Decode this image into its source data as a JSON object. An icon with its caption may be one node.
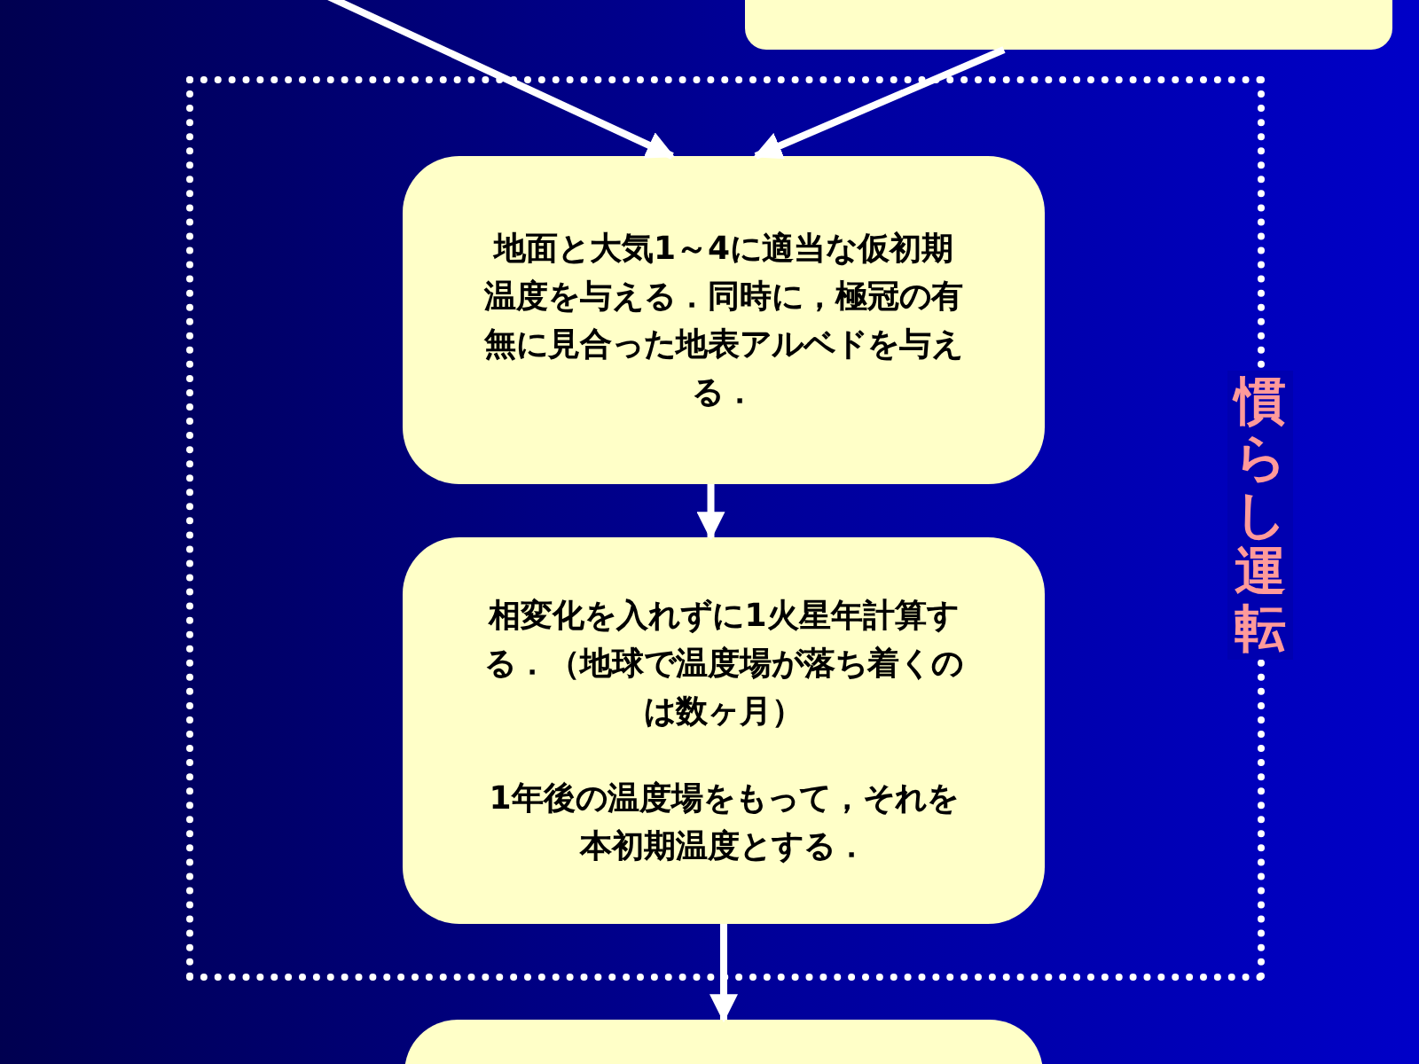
{
  "diagram": {
    "nodes": [
      {
        "text": [],
        "shape": "box"
      },
      {
        "text": [
          "慣らし運転"
        ]
      },
      {
        "text": [
          "地面と大気1～4に適当な仮初期温度を与える．同時に，極冠の有無に見合った地表アルベドを与える．"
        ],
        "in": 1
      },
      {
        "text": [
          "相変化を入れずに1火星年計算する．（地球で温度場が落ち着くのは数ヶ月）",
          "1年後の温度場をもって，それを本初期温度とする．"
        ],
        "in": 1
      },
      {
        "text": [],
        "shape": "box"
      }
    ],
    "edges": [
      {
        "from": null,
        "to": 2,
        "arrow": "to"
      },
      {
        "from": 0,
        "to": 2,
        "arrow": "to"
      },
      {
        "from": 2,
        "to": 3,
        "arrow": "to"
      },
      {
        "from": 3,
        "to": 4,
        "arrow": "to"
      }
    ]
  }
}
